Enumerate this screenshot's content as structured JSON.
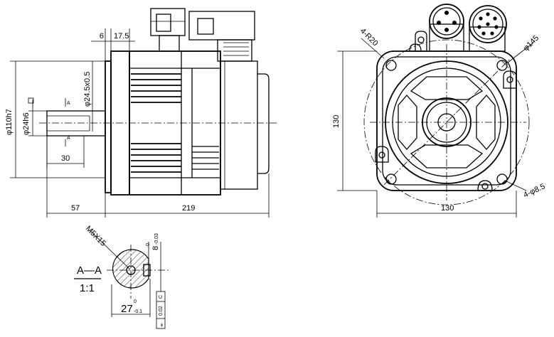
{
  "side_view": {
    "dim_6": "6",
    "dim_17_5": "17.5",
    "dim_flange_dia": "φ110h7",
    "dim_shaft_dia": "φ24h6",
    "dim_boss_dia": "φ24.5x0.5",
    "section_mark_a": "A",
    "dim_key_len": "30",
    "dim_shaft_len": "57",
    "dim_body_len": "219"
  },
  "front_view": {
    "dim_corner_radius": "4-R20",
    "dim_bolt_circle": "φ145",
    "dim_height": "130",
    "dim_width": "130",
    "dim_holes": "4-φ8.5"
  },
  "section": {
    "label": "A—A",
    "scale": "1:1",
    "thread": "M5X15",
    "key_width_main": "8",
    "key_width_upper": "0",
    "key_width_lower": "-0.03",
    "depth_main": "27",
    "depth_upper": "0",
    "depth_lower": "-0.1",
    "tol_symbol": "⌯",
    "tol_value": "0.02",
    "tol_datum": "C"
  }
}
